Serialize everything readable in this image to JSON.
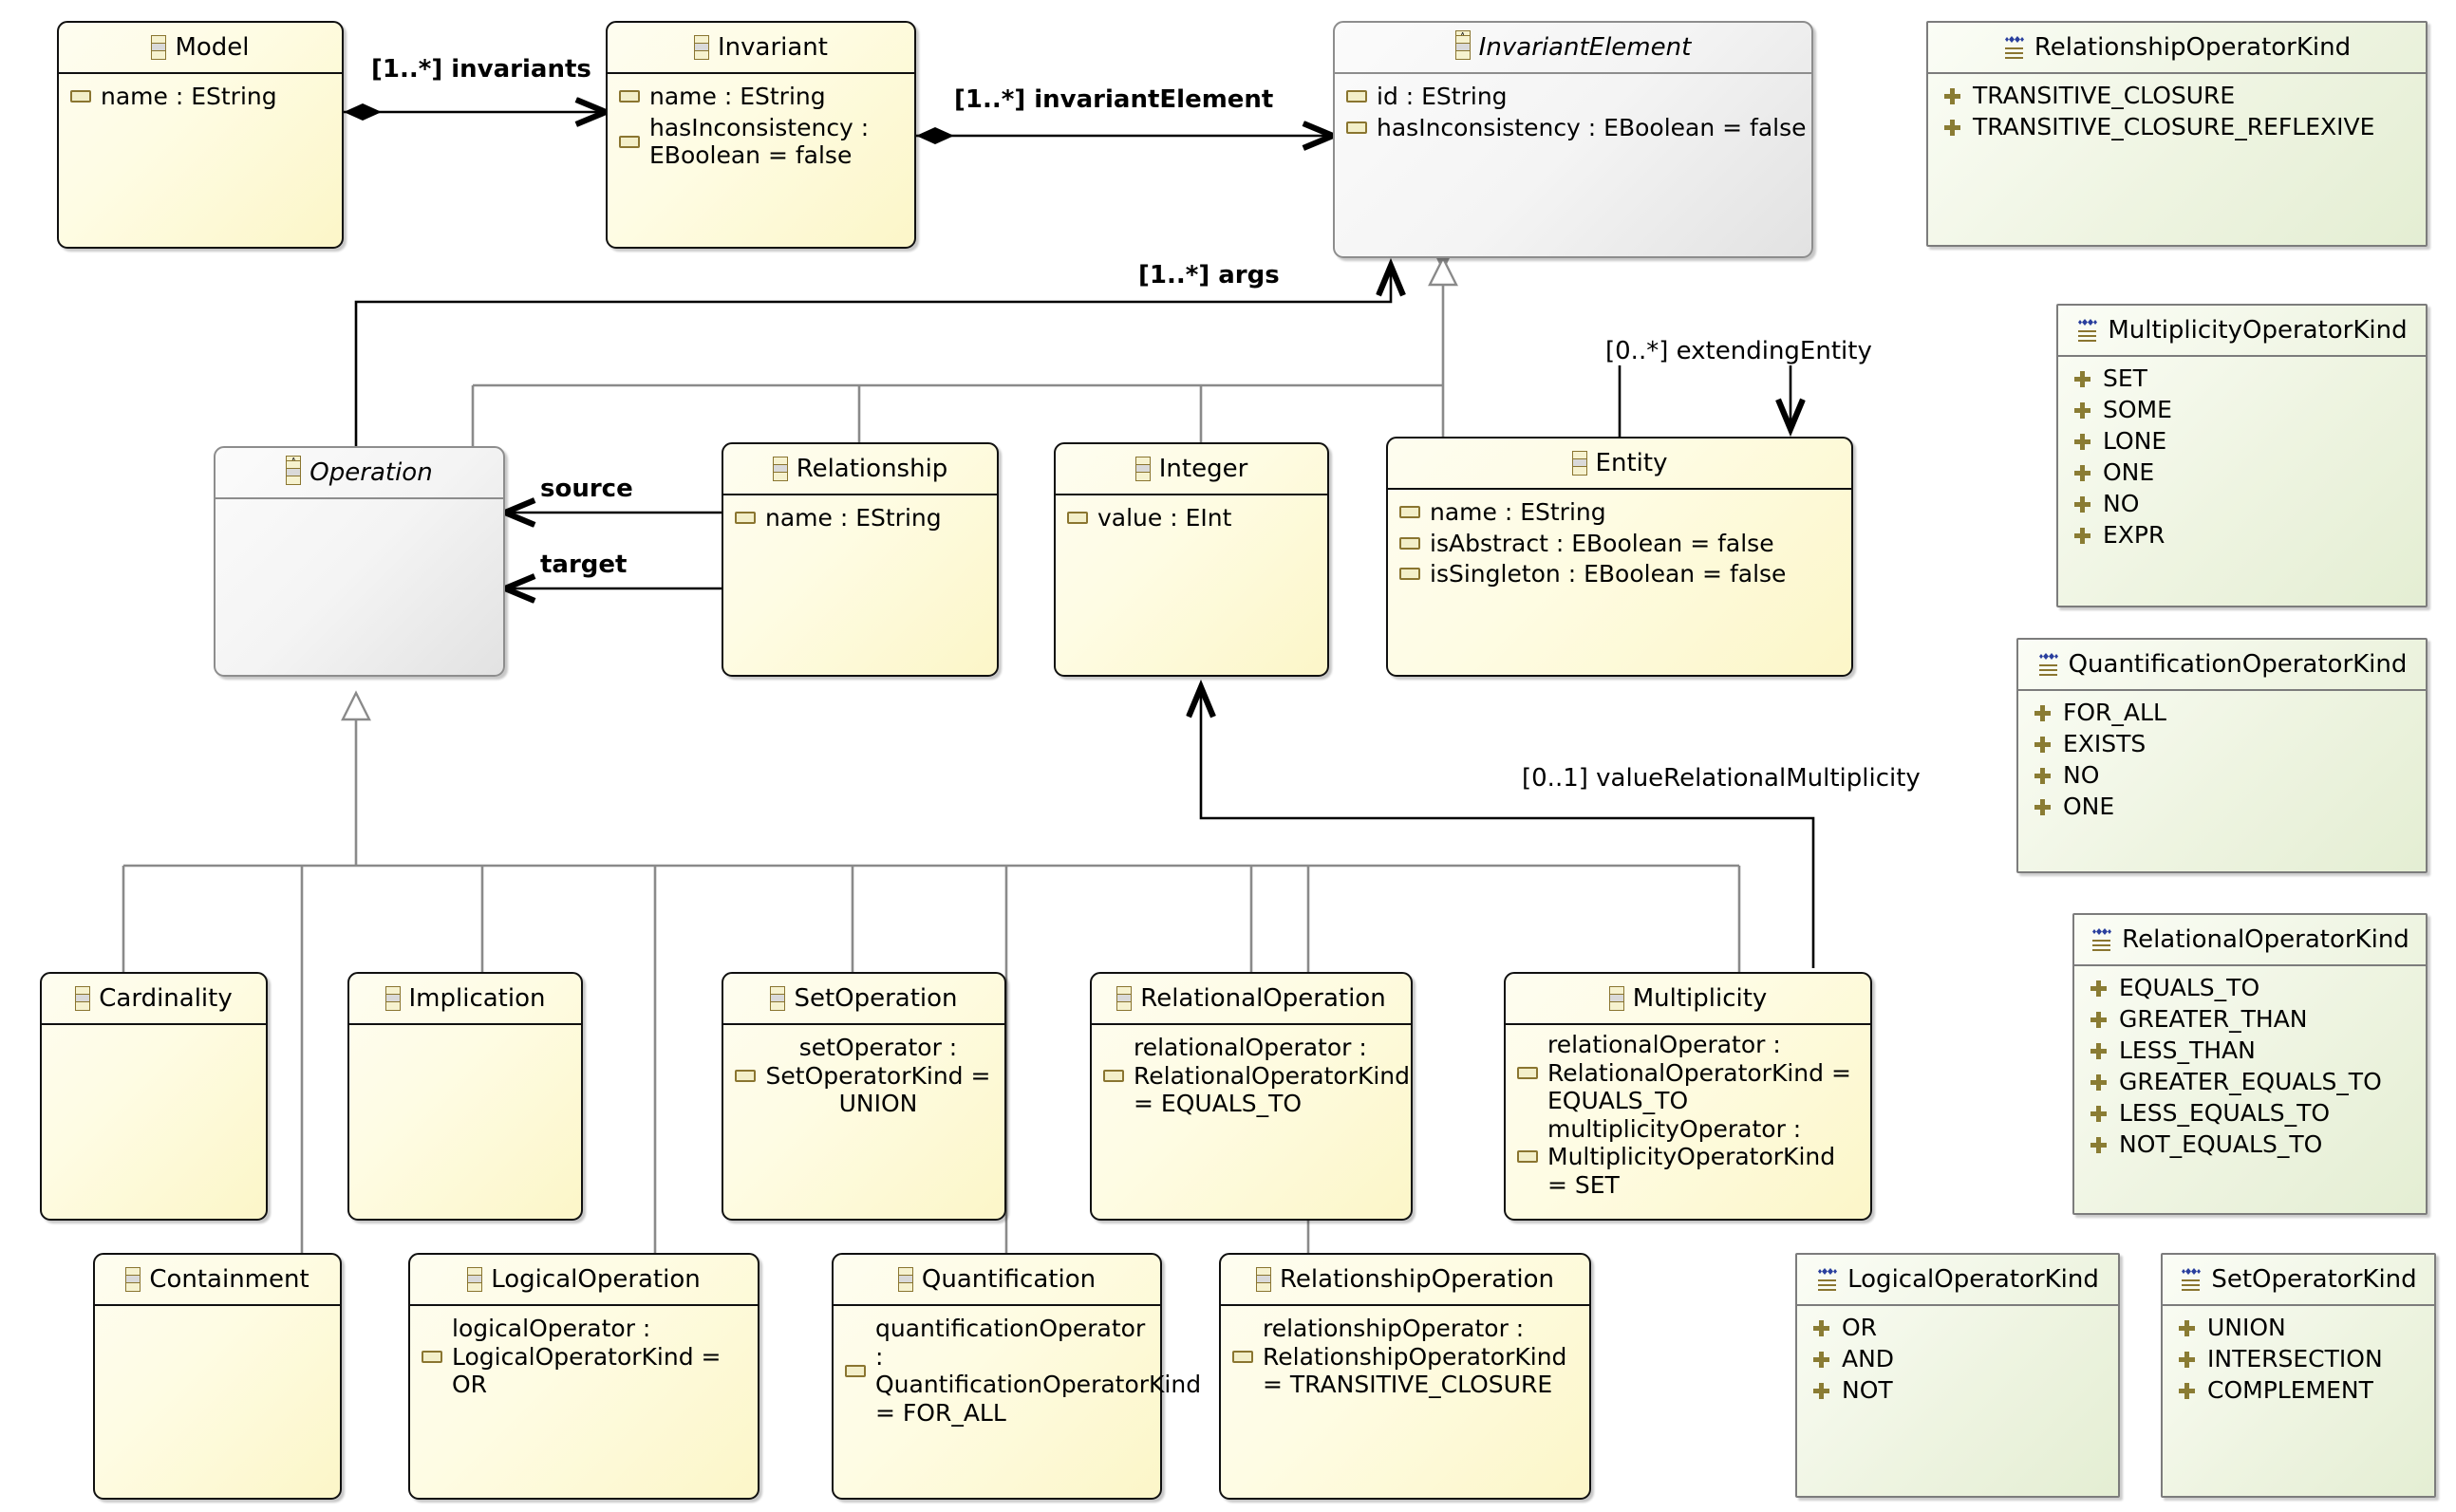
{
  "diagram": {
    "title": "Ecore Class Diagram",
    "colors": {
      "class_fill": "#fefce4",
      "class_border": "#101010",
      "abstract_fill": "#f2f2f2",
      "abstract_border": "#8d8d8d",
      "enum_fill": "#eaf2dd",
      "enum_border": "#7c7c7c",
      "edge": "#000000",
      "inherit_edge": "#8a8a8a"
    }
  },
  "classes": [
    {
      "id": "model",
      "name": "Model",
      "abstract": false,
      "attributes": [
        {
          "text": "name : EString"
        }
      ]
    },
    {
      "id": "invariant",
      "name": "Invariant",
      "abstract": false,
      "attributes": [
        {
          "text": "name : EString"
        },
        {
          "text": "hasInconsistency : EBoolean = false"
        }
      ]
    },
    {
      "id": "invariantElement",
      "name": "InvariantElement",
      "abstract": true,
      "attributes": [
        {
          "text": "id : EString"
        },
        {
          "text": "hasInconsistency : EBoolean = false"
        }
      ]
    },
    {
      "id": "operation",
      "name": "Operation",
      "abstract": true,
      "attributes": []
    },
    {
      "id": "relationship",
      "name": "Relationship",
      "abstract": false,
      "attributes": [
        {
          "text": "name : EString"
        }
      ]
    },
    {
      "id": "integer",
      "name": "Integer",
      "abstract": false,
      "attributes": [
        {
          "text": "value : EInt"
        }
      ]
    },
    {
      "id": "entity",
      "name": "Entity",
      "abstract": false,
      "attributes": [
        {
          "text": "name : EString"
        },
        {
          "text": "isAbstract : EBoolean = false"
        },
        {
          "text": "isSingleton : EBoolean = false"
        }
      ]
    },
    {
      "id": "cardinality",
      "name": "Cardinality",
      "abstract": false,
      "attributes": []
    },
    {
      "id": "implication",
      "name": "Implication",
      "abstract": false,
      "attributes": []
    },
    {
      "id": "setOperation",
      "name": "SetOperation",
      "abstract": false,
      "attributes": [
        {
          "text": "setOperator : SetOperatorKind = UNION"
        }
      ]
    },
    {
      "id": "relationalOperation",
      "name": "RelationalOperation",
      "abstract": false,
      "attributes": [
        {
          "text": "relationalOperator : RelationalOperatorKind = EQUALS_TO"
        }
      ]
    },
    {
      "id": "multiplicity",
      "name": "Multiplicity",
      "abstract": false,
      "attributes": [
        {
          "text": "relationalOperator : RelationalOperatorKind = EQUALS_TO"
        },
        {
          "text": "multiplicityOperator : MultiplicityOperatorKind = SET"
        }
      ]
    },
    {
      "id": "containment",
      "name": "Containment",
      "abstract": false,
      "attributes": []
    },
    {
      "id": "logicalOperation",
      "name": "LogicalOperation",
      "abstract": false,
      "attributes": [
        {
          "text": "logicalOperator : LogicalOperatorKind = OR"
        }
      ]
    },
    {
      "id": "quantification",
      "name": "Quantification",
      "abstract": false,
      "attributes": [
        {
          "text": "quantificationOperator : QuantificationOperatorKind = FOR_ALL"
        }
      ]
    },
    {
      "id": "relationshipOperation",
      "name": "RelationshipOperation",
      "abstract": false,
      "attributes": [
        {
          "text": "relationshipOperator : RelationshipOperatorKind = TRANSITIVE_CLOSURE"
        }
      ]
    }
  ],
  "enums": [
    {
      "id": "relationshipOperatorKind",
      "name": "RelationshipOperatorKind",
      "literals": [
        "TRANSITIVE_CLOSURE",
        "TRANSITIVE_CLOSURE_REFLEXIVE"
      ]
    },
    {
      "id": "multiplicityOperatorKind",
      "name": "MultiplicityOperatorKind",
      "literals": [
        "SET",
        "SOME",
        "LONE",
        "ONE",
        "NO",
        "EXPR"
      ]
    },
    {
      "id": "quantificationOperatorKind",
      "name": "QuantificationOperatorKind",
      "literals": [
        "FOR_ALL",
        "EXISTS",
        "NO",
        "ONE"
      ]
    },
    {
      "id": "relationalOperatorKind",
      "name": "RelationalOperatorKind",
      "literals": [
        "EQUALS_TO",
        "GREATER_THAN",
        "LESS_THAN",
        "GREATER_EQUALS_TO",
        "LESS_EQUALS_TO",
        "NOT_EQUALS_TO"
      ]
    },
    {
      "id": "logicalOperatorKind",
      "name": "LogicalOperatorKind",
      "literals": [
        "OR",
        "AND",
        "NOT"
      ]
    },
    {
      "id": "setOperatorKind",
      "name": "SetOperatorKind",
      "literals": [
        "UNION",
        "INTERSECTION",
        "COMPLEMENT"
      ]
    }
  ],
  "edges": [
    {
      "id": "invariants",
      "label": "[1..*] invariants",
      "from": "model",
      "to": "invariant",
      "kind": "composition"
    },
    {
      "id": "invariantElement",
      "label": "[1..*] invariantElement",
      "from": "invariant",
      "to": "invariantElement",
      "kind": "composition"
    },
    {
      "id": "args",
      "label": "[1..*] args",
      "from": "operation",
      "to": "invariantElement",
      "kind": "association"
    },
    {
      "id": "extendingEntity",
      "label": "[0..*] extendingEntity",
      "from": "entity",
      "to": "entity",
      "kind": "association"
    },
    {
      "id": "source",
      "label": "source",
      "from": "relationship",
      "to": "operation",
      "kind": "association"
    },
    {
      "id": "target",
      "label": "target",
      "from": "relationship",
      "to": "operation",
      "kind": "association"
    },
    {
      "id": "valueRelationalMultiplicity",
      "label": "[0..1] valueRelationalMultiplicity",
      "from": "multiplicity",
      "to": "integer",
      "kind": "association"
    }
  ]
}
